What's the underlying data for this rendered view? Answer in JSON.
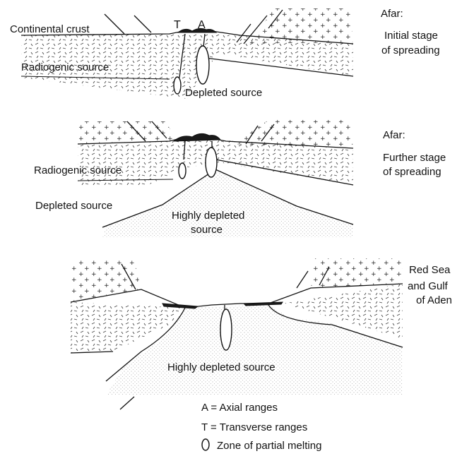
{
  "panel_1": {
    "label_continental_crust": "Continental crust",
    "label_t": "T",
    "label_a": "A",
    "label_radiogenic_source": "Radiogenic source",
    "label_depleted_source": "Depleted source",
    "caption_line_1": "Afar:",
    "caption_line_2": "Initial stage",
    "caption_line_3": "of spreading"
  },
  "panel_2": {
    "label_radiogenic_source": "Radiogenic source",
    "label_depleted_source": "Depleted source",
    "label_highly_depleted_line_1": "Highly depleted",
    "label_highly_depleted_line_2": "source",
    "caption_line_1": "Afar:",
    "caption_line_2": "Further stage",
    "caption_line_3": "of spreading"
  },
  "panel_3": {
    "label_highly_depleted": "Highly depleted source",
    "caption_line_1": "Red Sea",
    "caption_line_2": "and Gulf",
    "caption_line_3": "of Aden"
  },
  "legend": {
    "axial": "A = Axial ranges",
    "transverse": "T = Transverse ranges",
    "melting": "Zone of partial melting"
  }
}
